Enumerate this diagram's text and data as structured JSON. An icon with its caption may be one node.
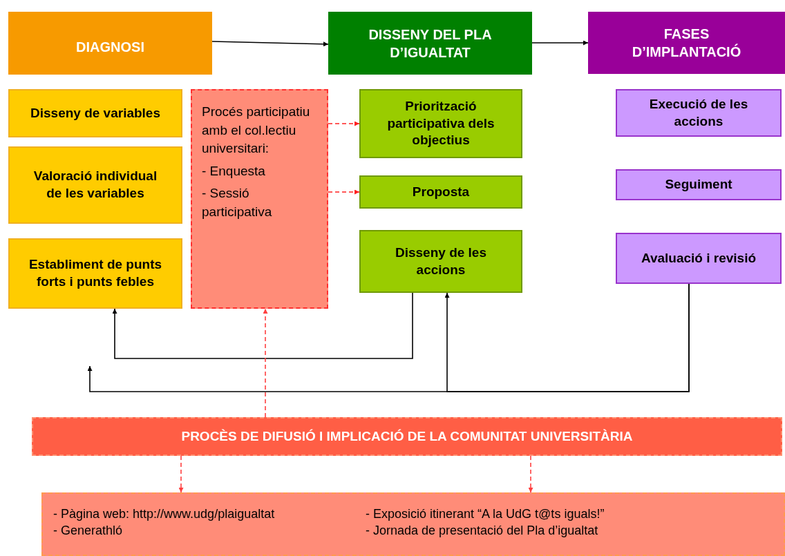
{
  "diagram": {
    "nodes": [
      {
        "text": [
          "DIAGNOSI"
        ]
      },
      {
        "text": [
          "DISSENY DEL PLA D’IGUALTAT"
        ]
      },
      {
        "text": [
          "FASES D’IMPLANTACIÓ"
        ]
      },
      {
        "text": [
          "Disseny de variables"
        ]
      },
      {
        "text": [
          "Valoració individual de les variables"
        ]
      },
      {
        "text": [
          "Establiment de punts forts i punts febles"
        ]
      },
      {
        "text": [
          "Procés participatiu amb el col.lectiu universitari:",
          "- Enquesta",
          "- Sessió participativa"
        ]
      },
      {
        "text": [
          "Priorització participativa dels objectius"
        ]
      },
      {
        "text": [
          "Proposta"
        ]
      },
      {
        "text": [
          "Disseny de les accions"
        ]
      },
      {
        "text": [
          "Execució de les accions"
        ]
      },
      {
        "text": [
          "Seguiment"
        ]
      },
      {
        "text": [
          "Avaluació i revisió"
        ]
      },
      {
        "text": [
          "PROCÈS DE DIFUSIÓ I IMPLICACIÓ DE LA COMUNITAT UNIVERSITÀRIA"
        ]
      },
      {
        "text": [
          "- Pàgina web: http://www.udg/plaigualtat",
          "- Generathló",
          "- Exposició itinerant “A la UdG t@ts iguals!”",
          "- Jornada de presentació del Pla d’igualtat"
        ]
      }
    ],
    "edges": [
      {
        "from": 0,
        "to": 1,
        "arrow": "to"
      },
      {
        "from": 1,
        "to": 2,
        "arrow": "to"
      },
      {
        "from": 6,
        "to": 7,
        "arrow": "to",
        "style": "dashed",
        "color": "#ff2020"
      },
      {
        "from": 6,
        "to": 8,
        "arrow": "to",
        "style": "dashed",
        "color": "#ff2020"
      },
      {
        "from": 9,
        "to": 5,
        "arrow": "to"
      },
      {
        "from": 12,
        "to": 9,
        "arrow": "to"
      },
      {
        "from": 12,
        "to": null,
        "arrow": "to"
      },
      {
        "from": 13,
        "to": 6,
        "arrow": "to",
        "style": "dashed",
        "color": "#ff4040"
      },
      {
        "from": 13,
        "to": 14,
        "arrow": "to",
        "style": "dashed",
        "color": "#ff4040"
      },
      {
        "from": 13,
        "to": 14,
        "arrow": "to",
        "style": "dashed",
        "color": "#ff4040"
      }
    ]
  }
}
